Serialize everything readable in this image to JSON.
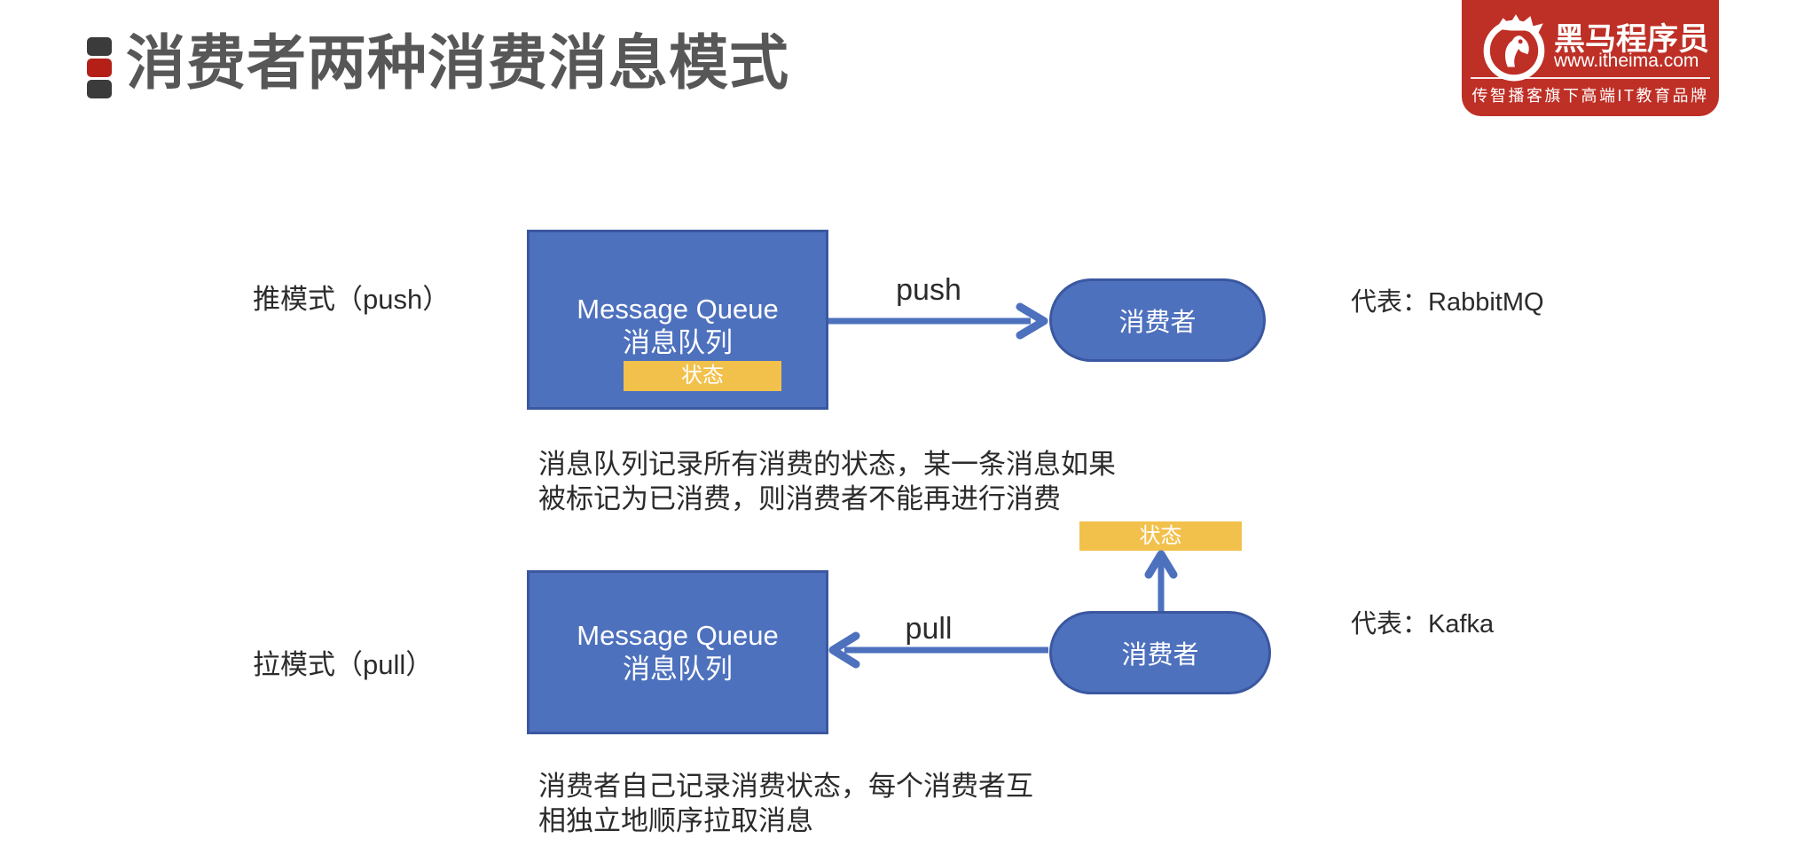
{
  "title": {
    "text": "消费者两种消费消息模式"
  },
  "logo": {
    "brand": "黑马程序员",
    "website": "www.itheima.com",
    "tagline": "传智播客旗下高端IT教育品牌"
  },
  "rows": {
    "push": {
      "mode_label": "推模式（push）",
      "box_line1": "Message Queue",
      "box_line2": "消息队列",
      "status_label": "状态",
      "arrow_label": "push",
      "consumer_label": "消费者",
      "representative": "代表：RabbitMQ",
      "description": "消息队列记录所有消费的状态，某一条消息如果\n被标记为已消费，则消费者不能再进行消费"
    },
    "pull": {
      "mode_label": "拉模式（pull）",
      "box_line1": "Message Queue",
      "box_line2": "消息队列",
      "status_label": "状态",
      "arrow_label": "pull",
      "consumer_label": "消费者",
      "representative": "代表：Kafka",
      "description": "消费者自己记录消费状态，每个消费者互\n相独立地顺序拉取消息"
    }
  },
  "colors": {
    "blue": "#4E71BE",
    "blue-border": "#3A57A0",
    "yellow": "#F2C14C",
    "logo-red": "#BE2F26",
    "bullet-red": "#B42018",
    "bullet-dark": "#3B3B3B",
    "title-text": "#575757",
    "body-text": "#2B2B2B"
  }
}
